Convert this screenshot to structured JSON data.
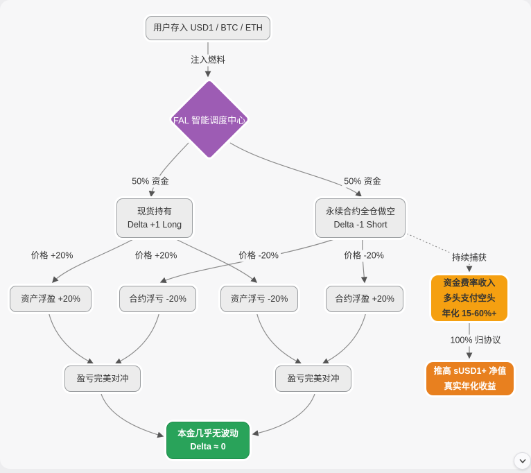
{
  "diagram": {
    "title": "Delta-neutral strategy flowchart",
    "colors": {
      "canvas": "#f7f7f8",
      "node_gray": "#ececec",
      "purple": "#9d5cb4",
      "green": "#29a35a",
      "orange_bright": "#f5a011",
      "orange_dark": "#e8801f",
      "edge": "#8b8b8b"
    },
    "nodes": {
      "deposit": {
        "label": "用户存入 USD1 / BTC / ETH"
      },
      "dispatcher": {
        "label": "FAL 智能调度中心"
      },
      "spot": {
        "line1": "现货持有",
        "line2": "Delta +1 Long"
      },
      "perp": {
        "line1": "永续合约全仓做空",
        "line2": "Delta -1 Short"
      },
      "spot_gain": {
        "label": "资产浮盈 +20%"
      },
      "contract_loss": {
        "label": "合约浮亏 -20%"
      },
      "spot_loss": {
        "label": "资产浮亏 -20%"
      },
      "contract_gain": {
        "label": "合约浮盈 +20%"
      },
      "hedge_left": {
        "label": "盈亏完美对冲"
      },
      "hedge_right": {
        "label": "盈亏完美对冲"
      },
      "principal": {
        "line1": "本金几乎无波动",
        "line2": "Delta ≈ 0"
      },
      "funding": {
        "line1": "资金费率收入",
        "line2": "多头支付空头",
        "line3": "年化 15-60%+"
      },
      "nav": {
        "line1": "推高 sUSD1+ 净值",
        "line2": "真实年化收益"
      }
    },
    "edge_labels": {
      "fuel": "注入燃料",
      "fund_left": "50% 资金",
      "fund_right": "50% 资金",
      "price_up_1": "价格 +20%",
      "price_up_2": "价格 +20%",
      "price_down_1": "价格 -20%",
      "price_down_2": "价格 -20%",
      "capture": "持续捕获",
      "protocol": "100% 归协议"
    }
  }
}
